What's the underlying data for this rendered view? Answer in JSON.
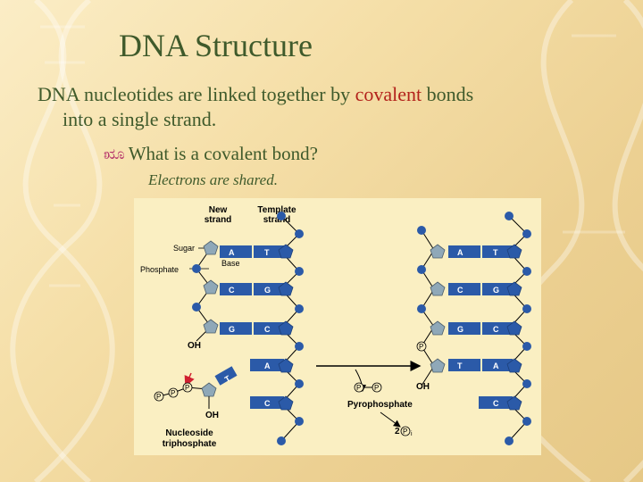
{
  "slide": {
    "title": "DNA Structure",
    "bullet": {
      "before": "DNA nucleotides are linked together by ",
      "highlight": "covalent",
      "after": " bonds",
      "line2": "into a single strand."
    },
    "subbullet": "What is a covalent bond?",
    "answer": "Electrons are shared."
  },
  "figure": {
    "labels": {
      "new_strand": [
        "New",
        "strand"
      ],
      "template_strand": [
        "Template",
        "strand"
      ],
      "sugar": "Sugar",
      "base": "Base",
      "phosphate": "Phosphate",
      "oh": "OH",
      "nucleoside_triphosphate": [
        "Nucleoside",
        "triphosphate"
      ],
      "pyrophosphate": "Pyrophosphate",
      "two_pi": "2",
      "p": "P",
      "pi": "P",
      "pi_sub": "i"
    },
    "left_pairs": [
      {
        "base": "A",
        "partner": "T"
      },
      {
        "base": "C",
        "partner": "G"
      },
      {
        "base": "G",
        "partner": "C"
      }
    ],
    "left_template_only": [
      "A",
      "C"
    ],
    "incoming_t": "T",
    "right_pairs": [
      {
        "base": "A",
        "partner": "T"
      },
      {
        "base": "C",
        "partner": "G"
      },
      {
        "base": "G",
        "partner": "C"
      },
      {
        "base": "T",
        "partner": "A"
      }
    ],
    "right_template_only": [
      "C"
    ]
  },
  "colors": {
    "title": "#3f5a2b",
    "highlight": "#b3221b",
    "figure_bg": "#faefc2",
    "new_strand_pentagon": "#8fa8b8",
    "template_pentagon": "#2b5aa8",
    "phosphate": "#2b5aa8",
    "base_bar": "#2b5aa8"
  }
}
